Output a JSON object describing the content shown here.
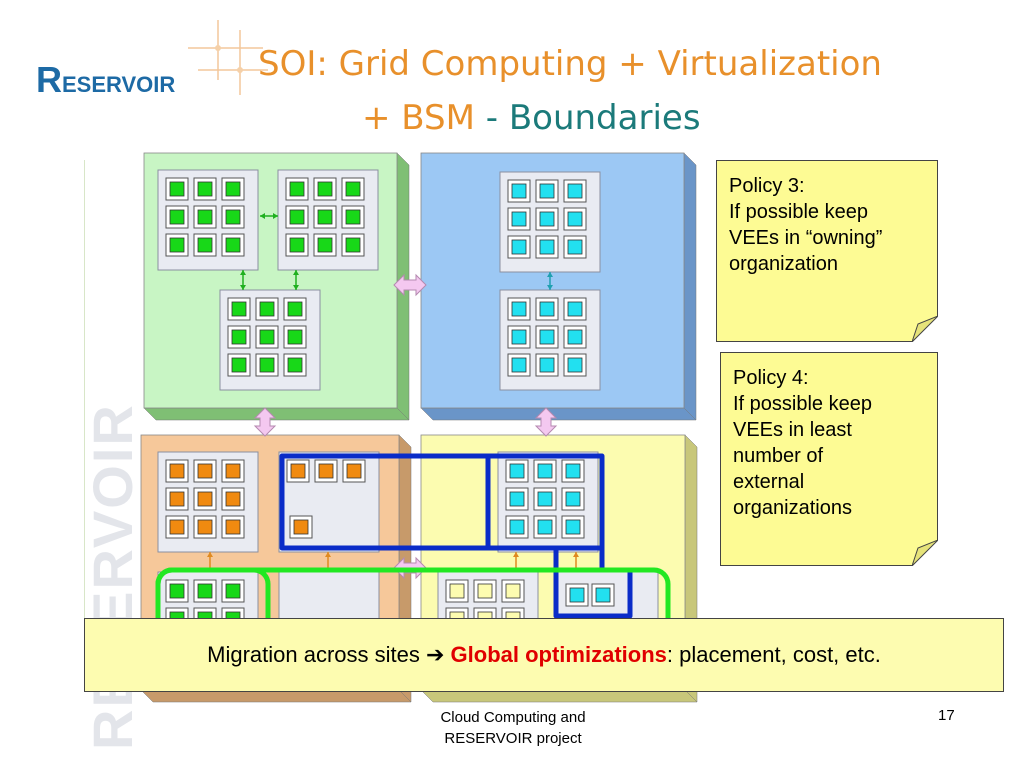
{
  "title": {
    "line1": "SOI: Grid Computing + Virtualization",
    "line2_part1": "+ BSM",
    "line2_part2": " - Boundaries"
  },
  "logo": {
    "text": "RESERVOIR",
    "first_letter": "R",
    "rest": "ESERVOIR",
    "watermark": "RESERVOIR"
  },
  "colors": {
    "title_orange": "#e8902b",
    "title_teal": "#1b7a7a",
    "site_green": "#c8f5c4",
    "site_blue": "#9cc8f4",
    "site_orange": "#f6c89a",
    "site_yellow": "#fcfcb0",
    "vee_green": "#18d818",
    "vee_cyan": "#22e0f0",
    "vee_orange": "#f08a10",
    "vee_yellow": "#fdfcb0",
    "migration_green": "#22e822",
    "boundary_blue": "#0a2cc8"
  },
  "policies": [
    {
      "heading": "Policy 3:",
      "body_lines": [
        "If possible keep",
        "VEEs in “owning”",
        "organization"
      ]
    },
    {
      "heading": "Policy 4:",
      "body_lines": [
        "If possible keep",
        "VEEs in least",
        "number of",
        "external",
        "organizations"
      ]
    }
  ],
  "banner": {
    "text_before": "Migration across sites ",
    "arrow": "➔",
    "highlight": " Global optimizations",
    "text_after": ": placement, cost, etc."
  },
  "footer": {
    "line1": "Cloud Computing and",
    "line2": "RESERVOIR project"
  },
  "page_number": "17"
}
